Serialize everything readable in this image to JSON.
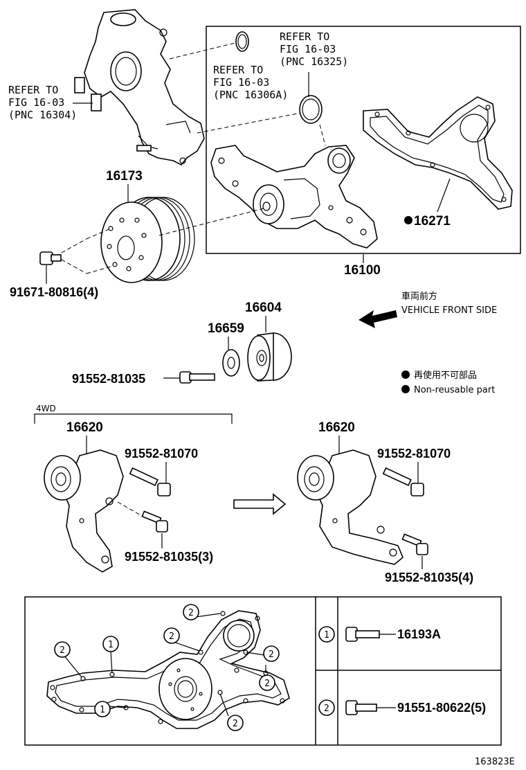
{
  "refs": {
    "ref_a": [
      "REFER TO",
      "FIG 16-03",
      "(PNC 16304)"
    ],
    "ref_b": [
      "REFER TO",
      "FIG 16-03",
      "(PNC 16306A)"
    ],
    "ref_c": [
      "REFER TO",
      "FIG 16-03",
      "(PNC 16325)"
    ]
  },
  "parts": {
    "p16173": "16173",
    "p16100": "16100",
    "p16271": "16271",
    "p91671": "91671-80816(4)",
    "p16604": "16604",
    "p16659": "16659",
    "p91552_81035": "91552-81035",
    "p4wd": "4WD",
    "p16620_left": "16620",
    "p91552_81070_left": "91552-81070",
    "p91552_81035_3": "91552-81035(3)",
    "p16620_right": "16620",
    "p91552_81070_right": "91552-81070",
    "p91552_81035_4": "91552-81035(4)",
    "p16193A": "16193A",
    "p91551": "91551-80622(5)"
  },
  "legend": {
    "front_jp": "車両前方",
    "front_en": "VEHICLE FRONT SIDE",
    "nonreuse_jp": "再使用不可部品",
    "nonreuse_en": "Non-reusable part"
  },
  "markers": {
    "one": "1",
    "two": "2"
  },
  "diagram_id": "163823E"
}
